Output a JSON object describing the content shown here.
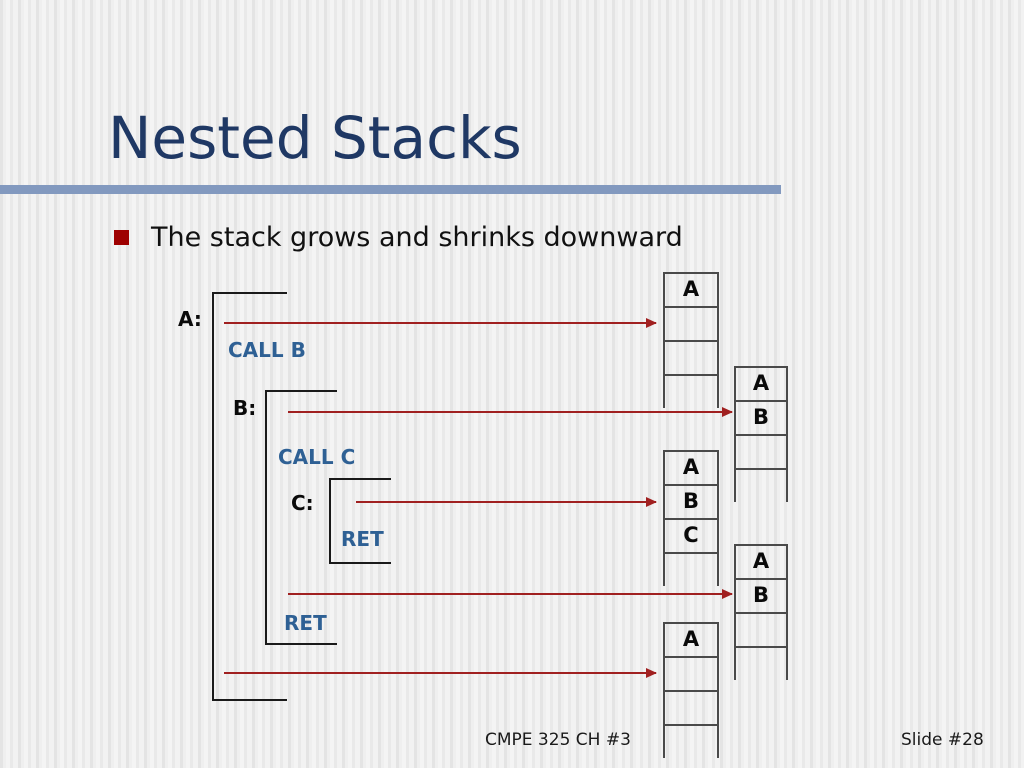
{
  "slide": {
    "title": "Nested Stacks",
    "bullet": "The stack grows and shrinks downward",
    "bullet_marker_color": "#9E0000",
    "title_color": "#1F3864",
    "rule_color": "#8299bf"
  },
  "footer": {
    "left": "CMPE 325 CH #3",
    "right": "Slide #28"
  },
  "code": {
    "label_a": "A:",
    "call_b": "CALL B",
    "label_b": "B:",
    "call_c": "CALL C",
    "label_c": "C:",
    "ret_c": "RET",
    "ret_b": "RET",
    "op_color": "#2E6094",
    "label_color": "#0a0a0a"
  },
  "arrows": {
    "color": "#A02020",
    "count": 5
  },
  "stacks": [
    {
      "name": "stack-1",
      "cells": [
        "A",
        "",
        "",
        ""
      ]
    },
    {
      "name": "stack-2",
      "cells": [
        "A",
        "B",
        "",
        ""
      ]
    },
    {
      "name": "stack-3",
      "cells": [
        "A",
        "B",
        "C",
        ""
      ]
    },
    {
      "name": "stack-4",
      "cells": [
        "A",
        "B",
        "",
        ""
      ]
    },
    {
      "name": "stack-5",
      "cells": [
        "A",
        "",
        "",
        ""
      ]
    }
  ],
  "stack_cells": {
    "s1c1": "A",
    "s1c2": "",
    "s1c3": "",
    "s1c4": "",
    "s2c1": "A",
    "s2c2": "B",
    "s2c3": "",
    "s2c4": "",
    "s3c1": "A",
    "s3c2": "B",
    "s3c3": "C",
    "s3c4": "",
    "s4c1": "A",
    "s4c2": "B",
    "s4c3": "",
    "s4c4": "",
    "s5c1": "A",
    "s5c2": "",
    "s5c3": "",
    "s5c4": ""
  }
}
